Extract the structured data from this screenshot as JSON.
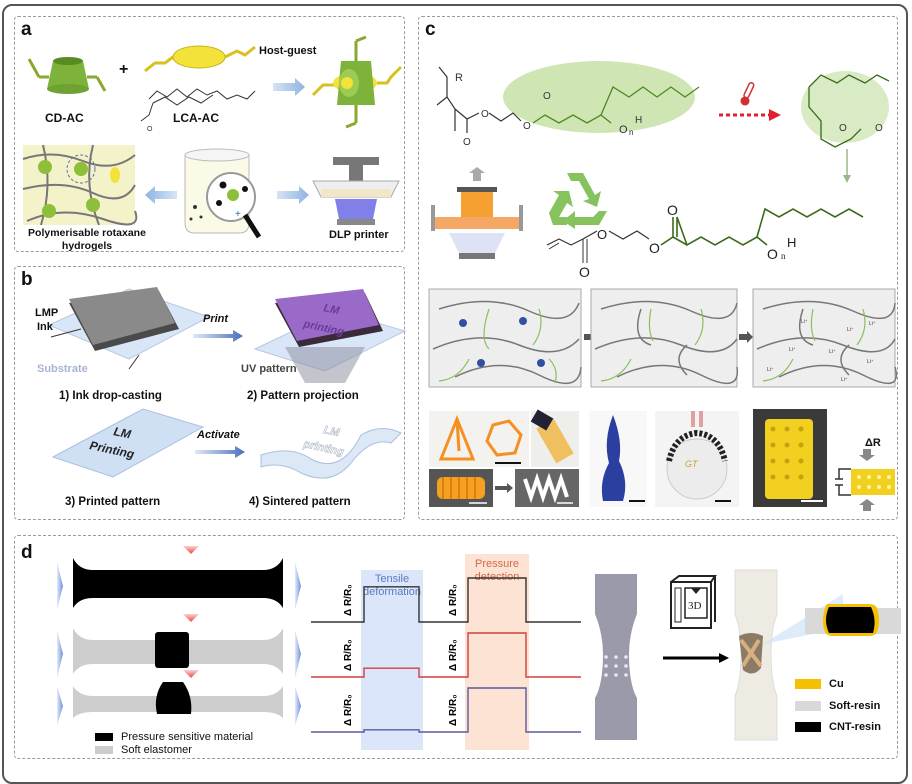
{
  "figure": {
    "panel_a": {
      "label": "a",
      "cd_ac": "CD-AC",
      "plus": "+",
      "lca_ac": "LCA-AC",
      "host_guest": "Host-guest",
      "hydrogels_line1": "Polymerisable rotaxane",
      "hydrogels_line2": "hydrogels",
      "dlp_printer": "DLP printer"
    },
    "panel_b": {
      "label": "b",
      "lmp_line1": "LMP",
      "lmp_line2": "Ink",
      "substrate": "Substrate",
      "print": "Print",
      "uv_pattern": "UV pattern",
      "lm_printing_line1": "LM",
      "lm_printing_line2": "printing",
      "lm_Printing_line2": "Printing",
      "activate": "Activate",
      "step1": "1) Ink drop-casting",
      "step2": "2) Pattern projection",
      "step3": "3) Printed pattern",
      "step4": "4) Sintered pattern"
    },
    "panel_c": {
      "label": "c",
      "r_group": "R",
      "o": "O",
      "h": "H",
      "n": "n",
      "delta_r": "ΔR",
      "li_ion": "Li⁺"
    },
    "panel_d": {
      "label": "d",
      "legend": [
        {
          "label": "Pressure sensitive material",
          "color": "#000000"
        },
        {
          "label": "Soft elastomer",
          "color": "#cccccc"
        }
      ],
      "tensile_line1": "Tensile",
      "tensile_line2": "deformation",
      "pressure_line1": "Pressure",
      "pressure_line2": "detection",
      "axis_label": "Δ R/R₀",
      "signal_rows": [
        {
          "color": "#333333",
          "tensile_response": 0.8,
          "pressure_response": 1.0
        },
        {
          "color": "#d04040",
          "tensile_response": 0.2,
          "pressure_response": 1.0
        },
        {
          "color": "#5a5aa0",
          "tensile_response": 0.05,
          "pressure_response": 1.0
        }
      ],
      "printer_text": "3D",
      "legend_right": [
        {
          "label": "Cu",
          "color": "#f5c000"
        },
        {
          "label": "Soft-resin",
          "color": "#d9d9d9"
        },
        {
          "label": "CNT-resin",
          "color": "#000000"
        }
      ]
    },
    "colors": {
      "green": "#7cbf4a",
      "yellow": "#f0d020",
      "tensile_band": "#dbe6fb",
      "pressure_band": "#fde3d4",
      "orange": "#f5a020",
      "blue_print": "#2a3fa0"
    }
  }
}
